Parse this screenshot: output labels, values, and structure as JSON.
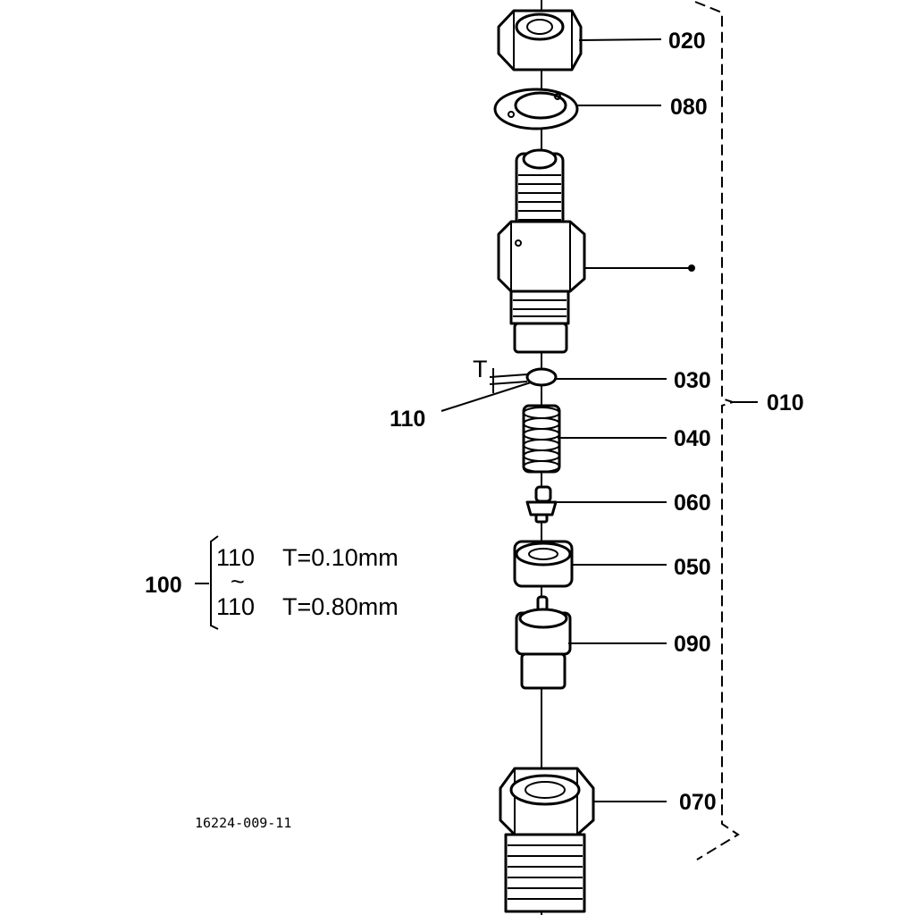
{
  "callouts": {
    "p020": "020",
    "p080": "080",
    "p030": "030",
    "p110": "110",
    "p040": "040",
    "p060": "060",
    "p050": "050",
    "p090": "090",
    "p070": "070",
    "p010": "010",
    "p100": "100"
  },
  "thickness_marker": "T",
  "shim_range": {
    "min_part": "110",
    "min_spec": "T=0.10mm",
    "tilde": "~",
    "max_part": "110",
    "max_spec": "T=0.80mm"
  },
  "drawing_id": "16224-009-11"
}
